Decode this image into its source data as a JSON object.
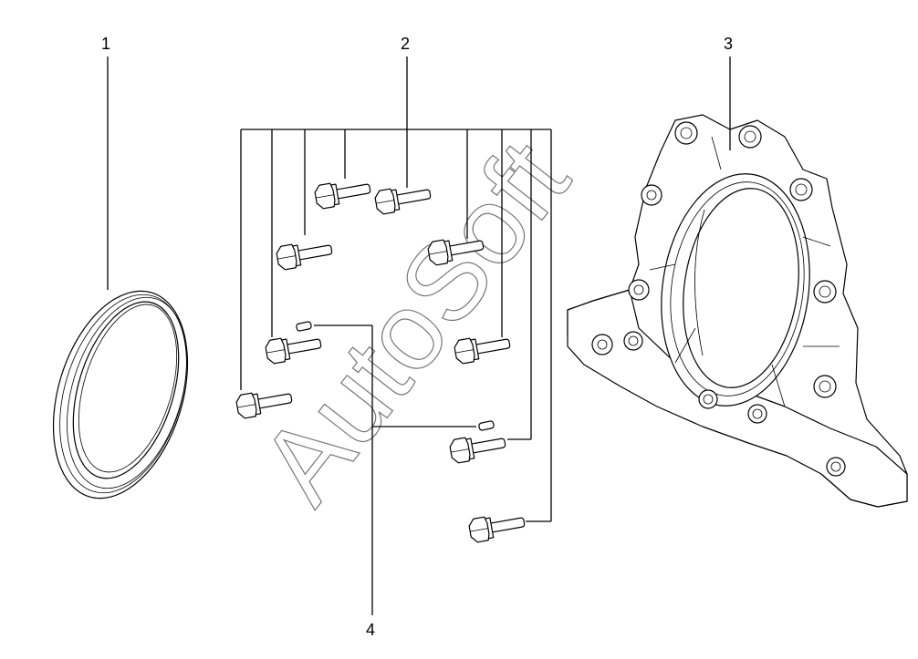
{
  "labels": {
    "part1": "1",
    "part2": "2",
    "part3": "3",
    "part4": "4"
  },
  "watermark": "AutoSoft",
  "colors": {
    "line": "#000000",
    "background": "#ffffff",
    "watermark": "#777777"
  }
}
